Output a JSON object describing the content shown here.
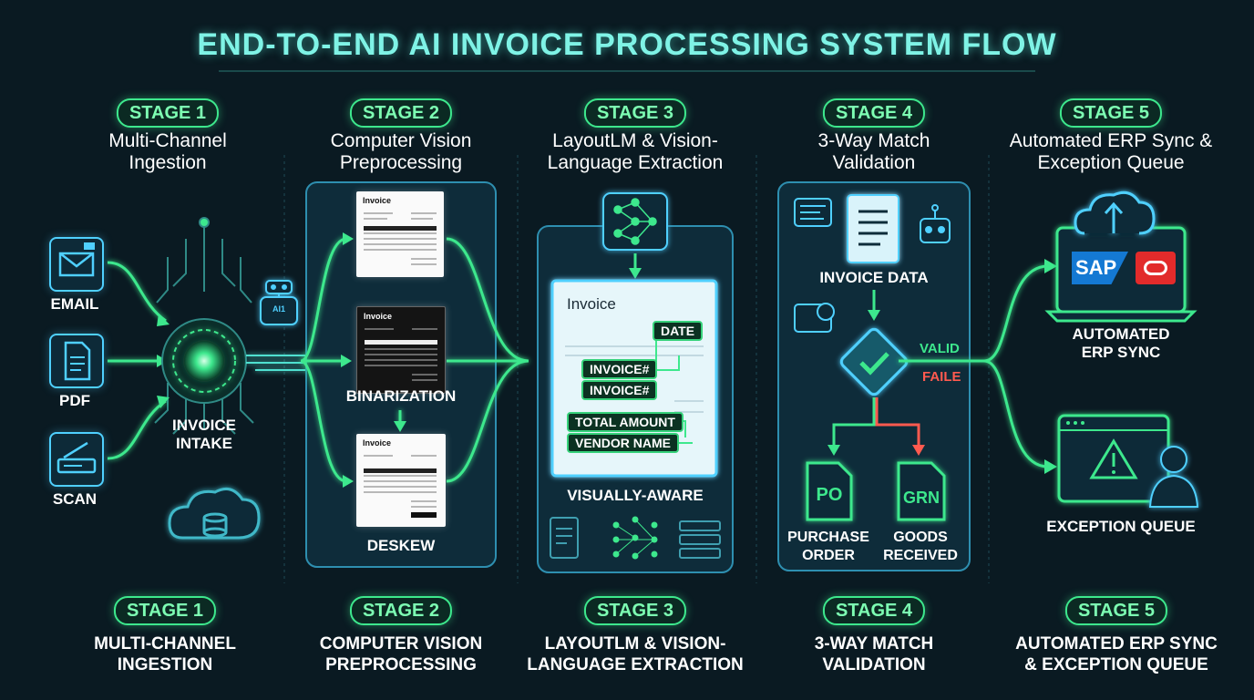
{
  "title": "END-TO-END AI INVOICE PROCESSING SYSTEM FLOW",
  "colors": {
    "accent_green": "#3de88d",
    "accent_cyan": "#4fd0ff",
    "fail_red": "#ff5a4f",
    "background": "#0a1a22"
  },
  "stages_top": [
    {
      "pill": "STAGE 1",
      "title": "Multi-Channel Ingestion"
    },
    {
      "pill": "STAGE 2",
      "title": "Computer Vision Preprocessing"
    },
    {
      "pill": "STAGE 3",
      "title": "LayoutLM & Vision-Language Extraction"
    },
    {
      "pill": "STAGE 4",
      "title": "3-Way Match Validation"
    },
    {
      "pill": "STAGE 5",
      "title": "Automated ERP Sync & Exception Queue"
    }
  ],
  "stages_bottom": [
    {
      "pill": "STAGE 1",
      "title": "MULTI-CHANNEL INGESTION"
    },
    {
      "pill": "STAGE 2",
      "title": "COMPUTER VISION PREPROCESSING"
    },
    {
      "pill": "STAGE 3",
      "title": "LAYOUTLM & VISION-LANGUAGE EXTRACTION"
    },
    {
      "pill": "STAGE 4",
      "title": "3-WAY MATCH VALIDATION"
    },
    {
      "pill": "STAGE 5",
      "title": "AUTOMATED ERP SYNC & EXCEPTION QUEUE"
    }
  ],
  "stage1": {
    "channels": [
      {
        "label": "EMAIL",
        "icon": "envelope-icon"
      },
      {
        "label": "PDF",
        "icon": "document-icon"
      },
      {
        "label": "SCAN",
        "icon": "scanner-icon"
      }
    ],
    "intake_label": "INVOICE INTAKE",
    "robot_badge": "AI1"
  },
  "stage2": {
    "doc_title": "Invoice",
    "binarization_label": "BINARIZATION",
    "deskew_label": "DESKEW"
  },
  "stage3": {
    "doc_title": "Invoice",
    "fields": [
      "DATE",
      "INVOICE#",
      "INVOICE#",
      "TOTAL AMOUNT",
      "VENDOR NAME"
    ],
    "caption": "VISUALLY-AWARE"
  },
  "stage4": {
    "invoice_data_label": "INVOICE DATA",
    "valid_label": "VALID",
    "fail_label": "FAILE",
    "po_badge": "PO",
    "po_label": "PURCHASE ORDER",
    "grn_badge": "GRN",
    "grn_label": "GOODS RECEIVED"
  },
  "stage5": {
    "sap_logo": "SAP",
    "erp_label": "AUTOMATED ERP SYNC",
    "exception_label": "EXCEPTION QUEUE"
  }
}
